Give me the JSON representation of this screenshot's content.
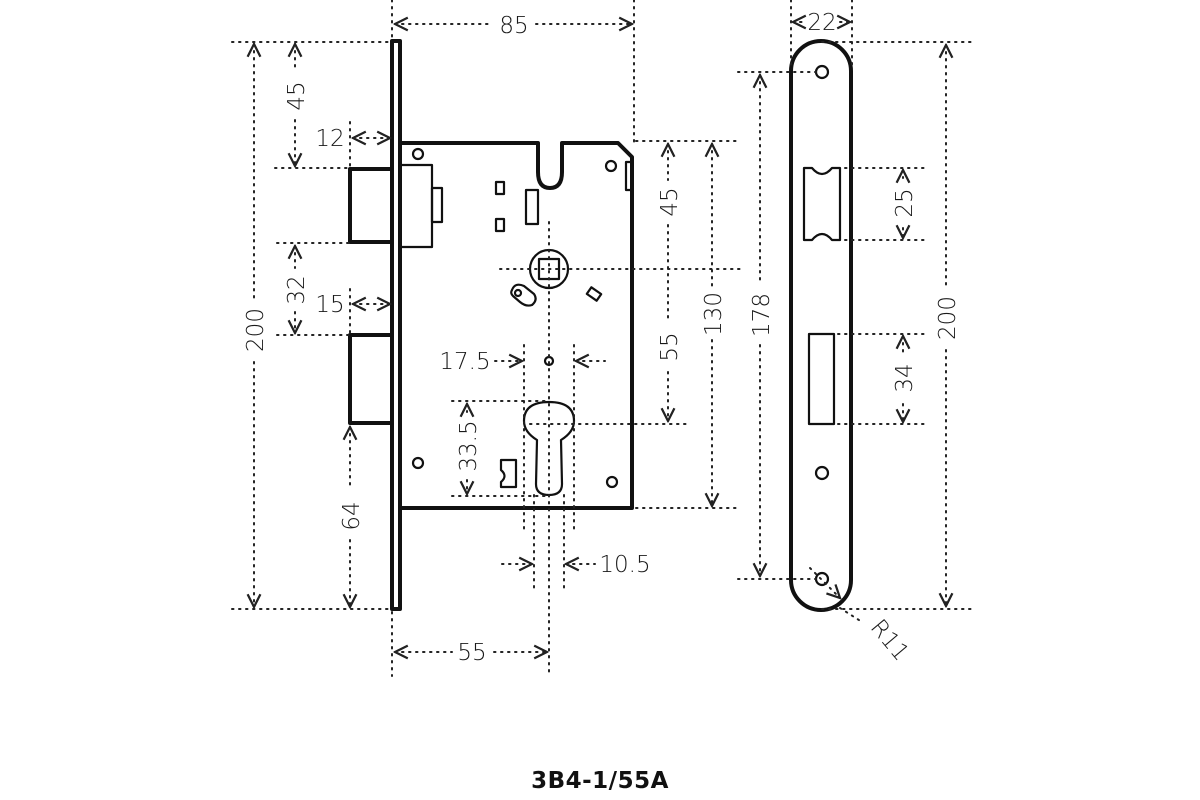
{
  "title": "3B4-1/55A",
  "lock_body": {
    "dimensions": {
      "faceplate_to_case_width": "85",
      "forend_top_to_latch": "45",
      "latch_projection": "12",
      "latch_to_bolt": "32",
      "bolt_projection": "15",
      "total_height": "200",
      "bolt_to_bottom": "64",
      "backset": "55",
      "follower_to_top": "45",
      "follower_to_cylinder": "55",
      "case_height": "130",
      "cylinder_screw_spacing": "17.5",
      "cylinder_height": "33.5",
      "cylinder_width": "10.5"
    }
  },
  "strike_plate": {
    "dimensions": {
      "width": "22",
      "screw_spacing": "178",
      "total_height": "200",
      "latch_opening": "25",
      "bolt_opening": "34",
      "corner_radius": "R11"
    }
  }
}
